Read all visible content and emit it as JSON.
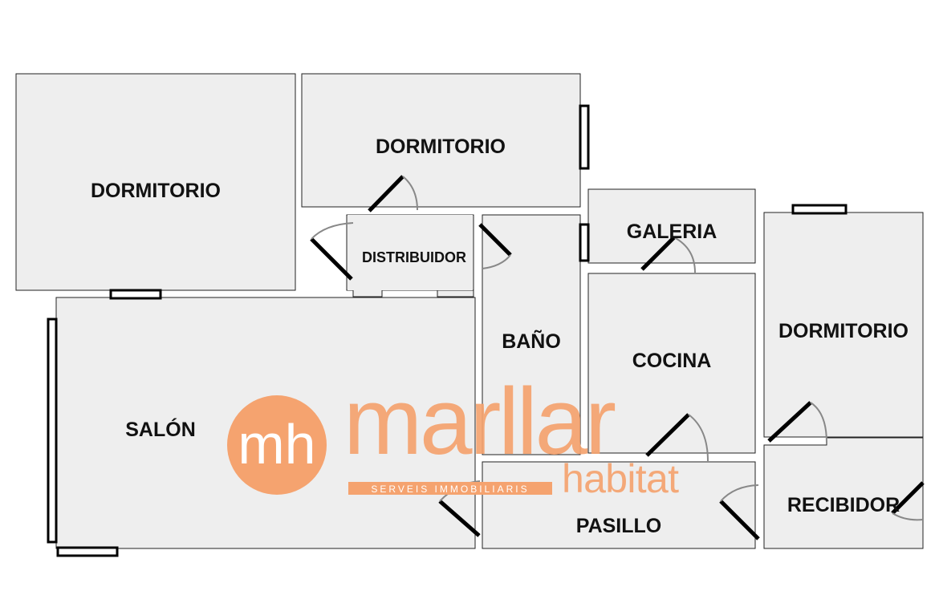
{
  "plan": {
    "rooms": {
      "dormitorio_1": "DORMITORIO",
      "dormitorio_2": "DORMITORIO",
      "distribuidor": "DISTRIBUIDOR",
      "galeria": "GALERIA",
      "bano": "BAÑO",
      "cocina": "COCINA",
      "dormitorio_3": "DORMITORIO",
      "salon": "SALÓN",
      "pasillo": "PASILLO",
      "recibidor": "RECIBIDOR"
    }
  },
  "watermark": {
    "monogram": "mh",
    "brand": "marllar",
    "tagline": "SERVEIS IMMOBILIARIS",
    "subbrand": "habitat",
    "color": "#f5a36f"
  }
}
